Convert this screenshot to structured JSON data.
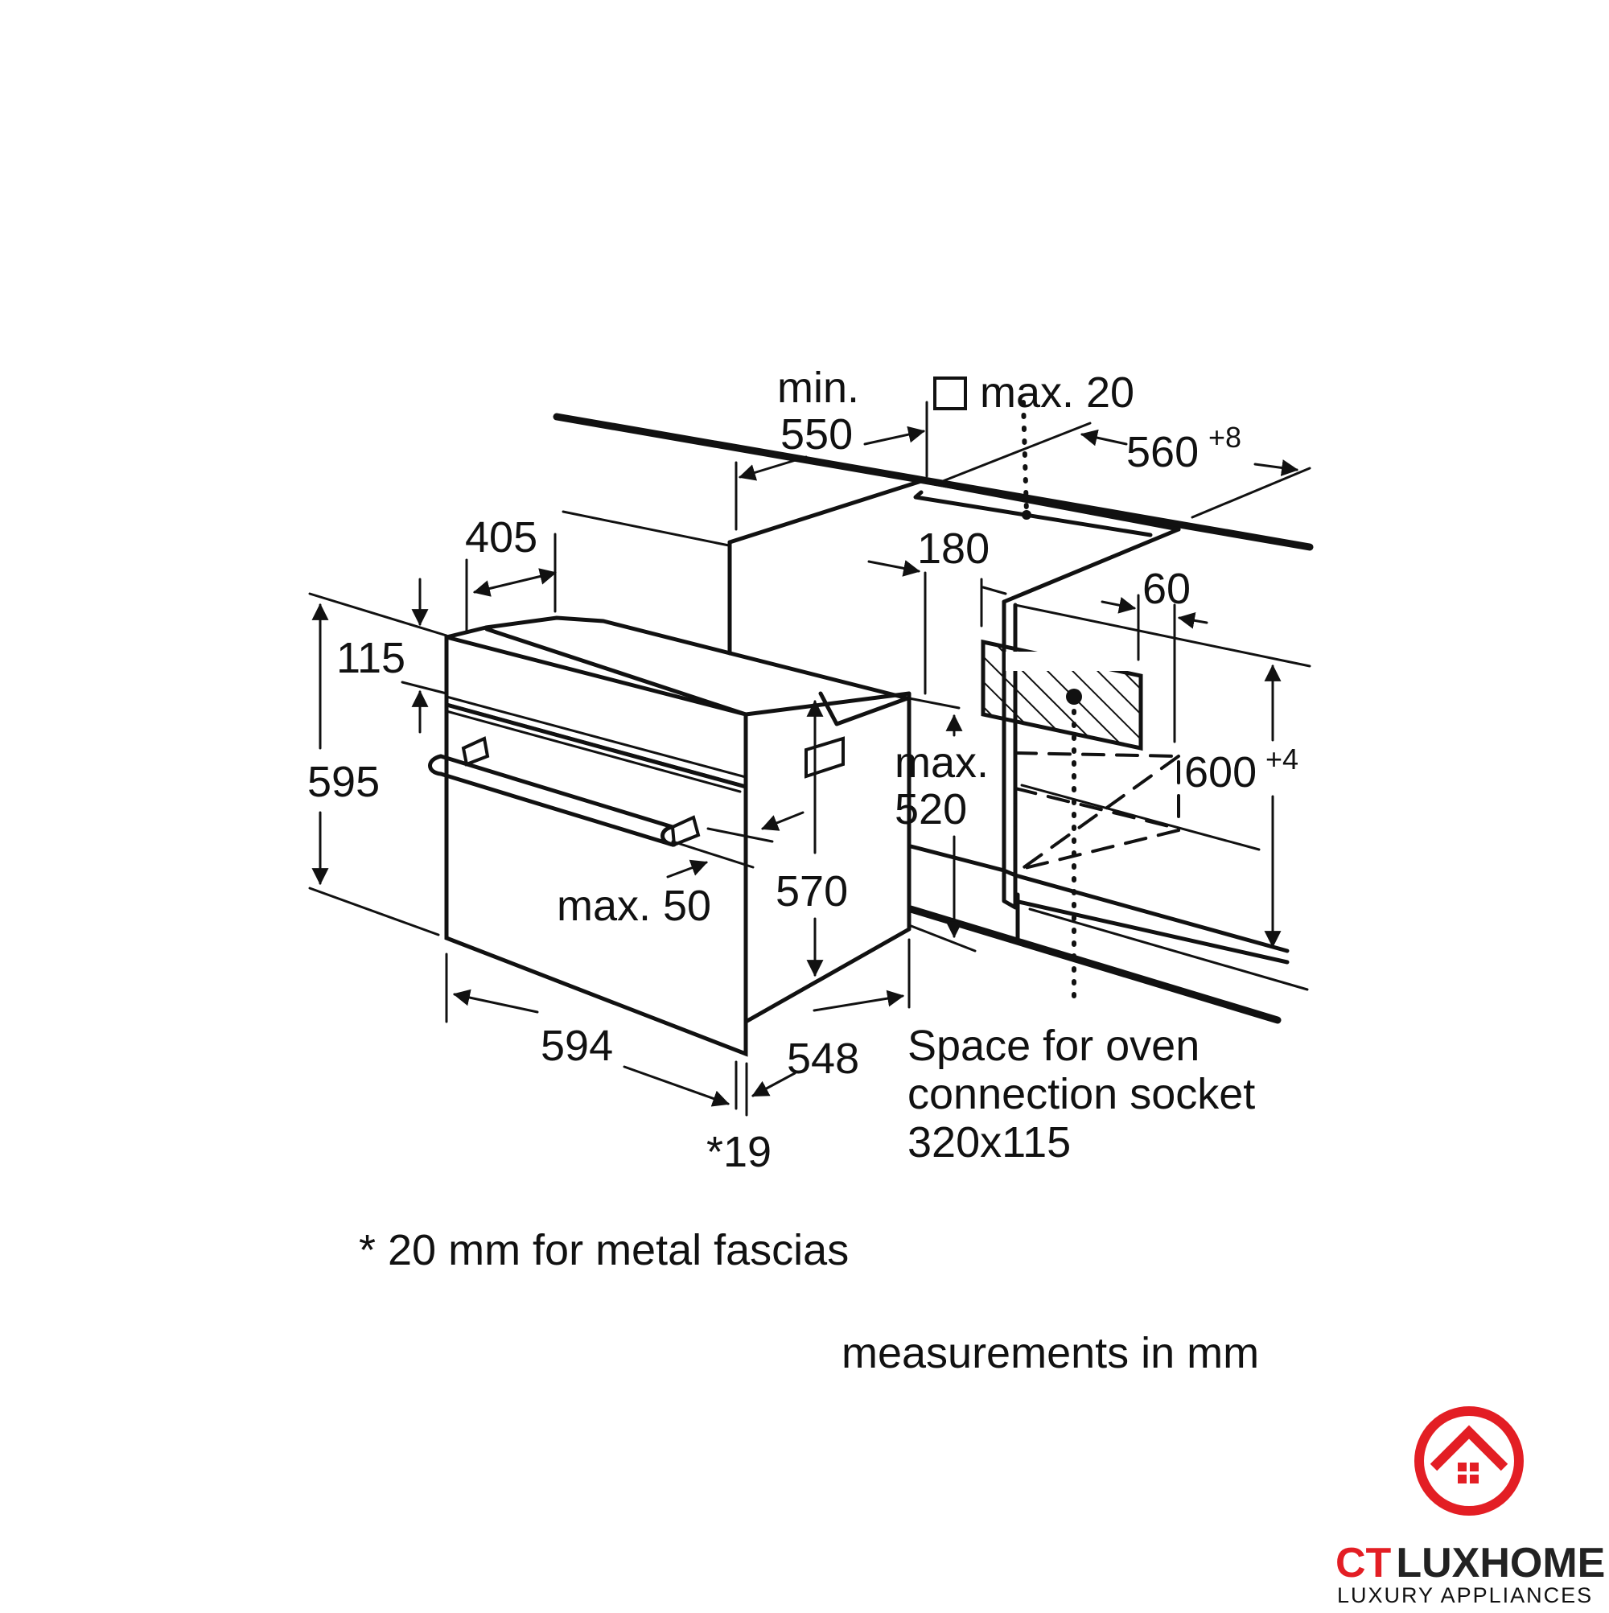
{
  "dimensions": {
    "min_label": "min.",
    "min_value": "550",
    "square_max": "max. 20",
    "width_niche": "560",
    "width_niche_tol": "+8",
    "depth_405": "405",
    "height_115": "115",
    "height_595": "595",
    "depth_180": "180",
    "depth_60": "60",
    "height_niche": "600",
    "height_niche_tol": "+4",
    "max_label": "max.",
    "max_520": "520",
    "height_570": "570",
    "max_50": "max. 50",
    "width_594": "594",
    "depth_548": "548",
    "fascia_19": "*19"
  },
  "socket_note": {
    "line1": "Space for oven",
    "line2": "connection socket",
    "line3": "320x115"
  },
  "footnote": "* 20 mm for metal fascias",
  "units_note": "measurements in mm",
  "brand": {
    "name_prefix": "CT",
    "name_suffix": "LUXHOME",
    "tagline": "LUXURY APPLIANCES",
    "accent_color": "#e31e24",
    "text_color": "#222222"
  }
}
